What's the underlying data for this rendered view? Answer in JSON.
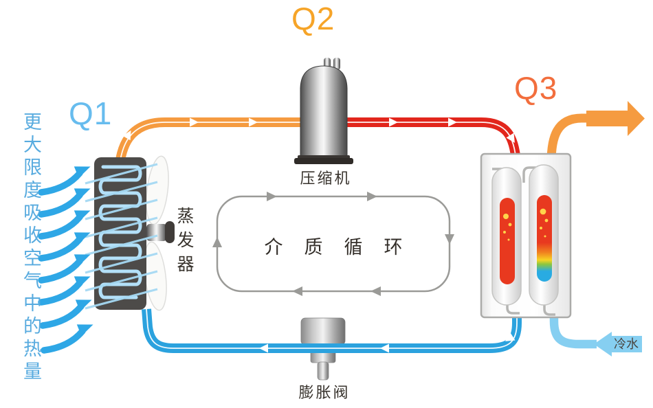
{
  "diagram_title": "air-source-heat-pump-cycle",
  "labels": {
    "q1": "Q1",
    "q2": "Q2",
    "q3": "Q3",
    "left_note": "更大限度吸收空气中的热量",
    "compressor": "压缩机",
    "evaporator": "蒸发器",
    "cycle": "介质循环",
    "expansion_valve": "膨胀阀",
    "cold_water": "冷水"
  },
  "components": [
    "air-flow-arrows",
    "evaporator-coil",
    "fan",
    "compressor",
    "heat-exchanger",
    "expansion-valve",
    "medium-cycle-loop",
    "hot-water-outlet-arrow",
    "cold-water-inlet-arrow"
  ],
  "colors": {
    "q1_blue": "#67BCEE",
    "q2_orange": "#F6A428",
    "q3_orange_red": "#F26E3D",
    "air_arrow_blue": "#2EA7E6",
    "note_text_blue": "#58ABDF",
    "pipe_orange": "#F59B40",
    "pipe_red": "#E2261C",
    "pipe_blue": "#2BA2DE",
    "cold_water_blue": "#86CFF1",
    "loop_gray": "#9A9A97",
    "coil_dark": "#4D4B49",
    "coil_tube_blue": "#B3E0F8",
    "label_dark": "#38332D",
    "hot_liquid_red": "#E8391F",
    "bubble_yellow": "#FFD44A"
  }
}
